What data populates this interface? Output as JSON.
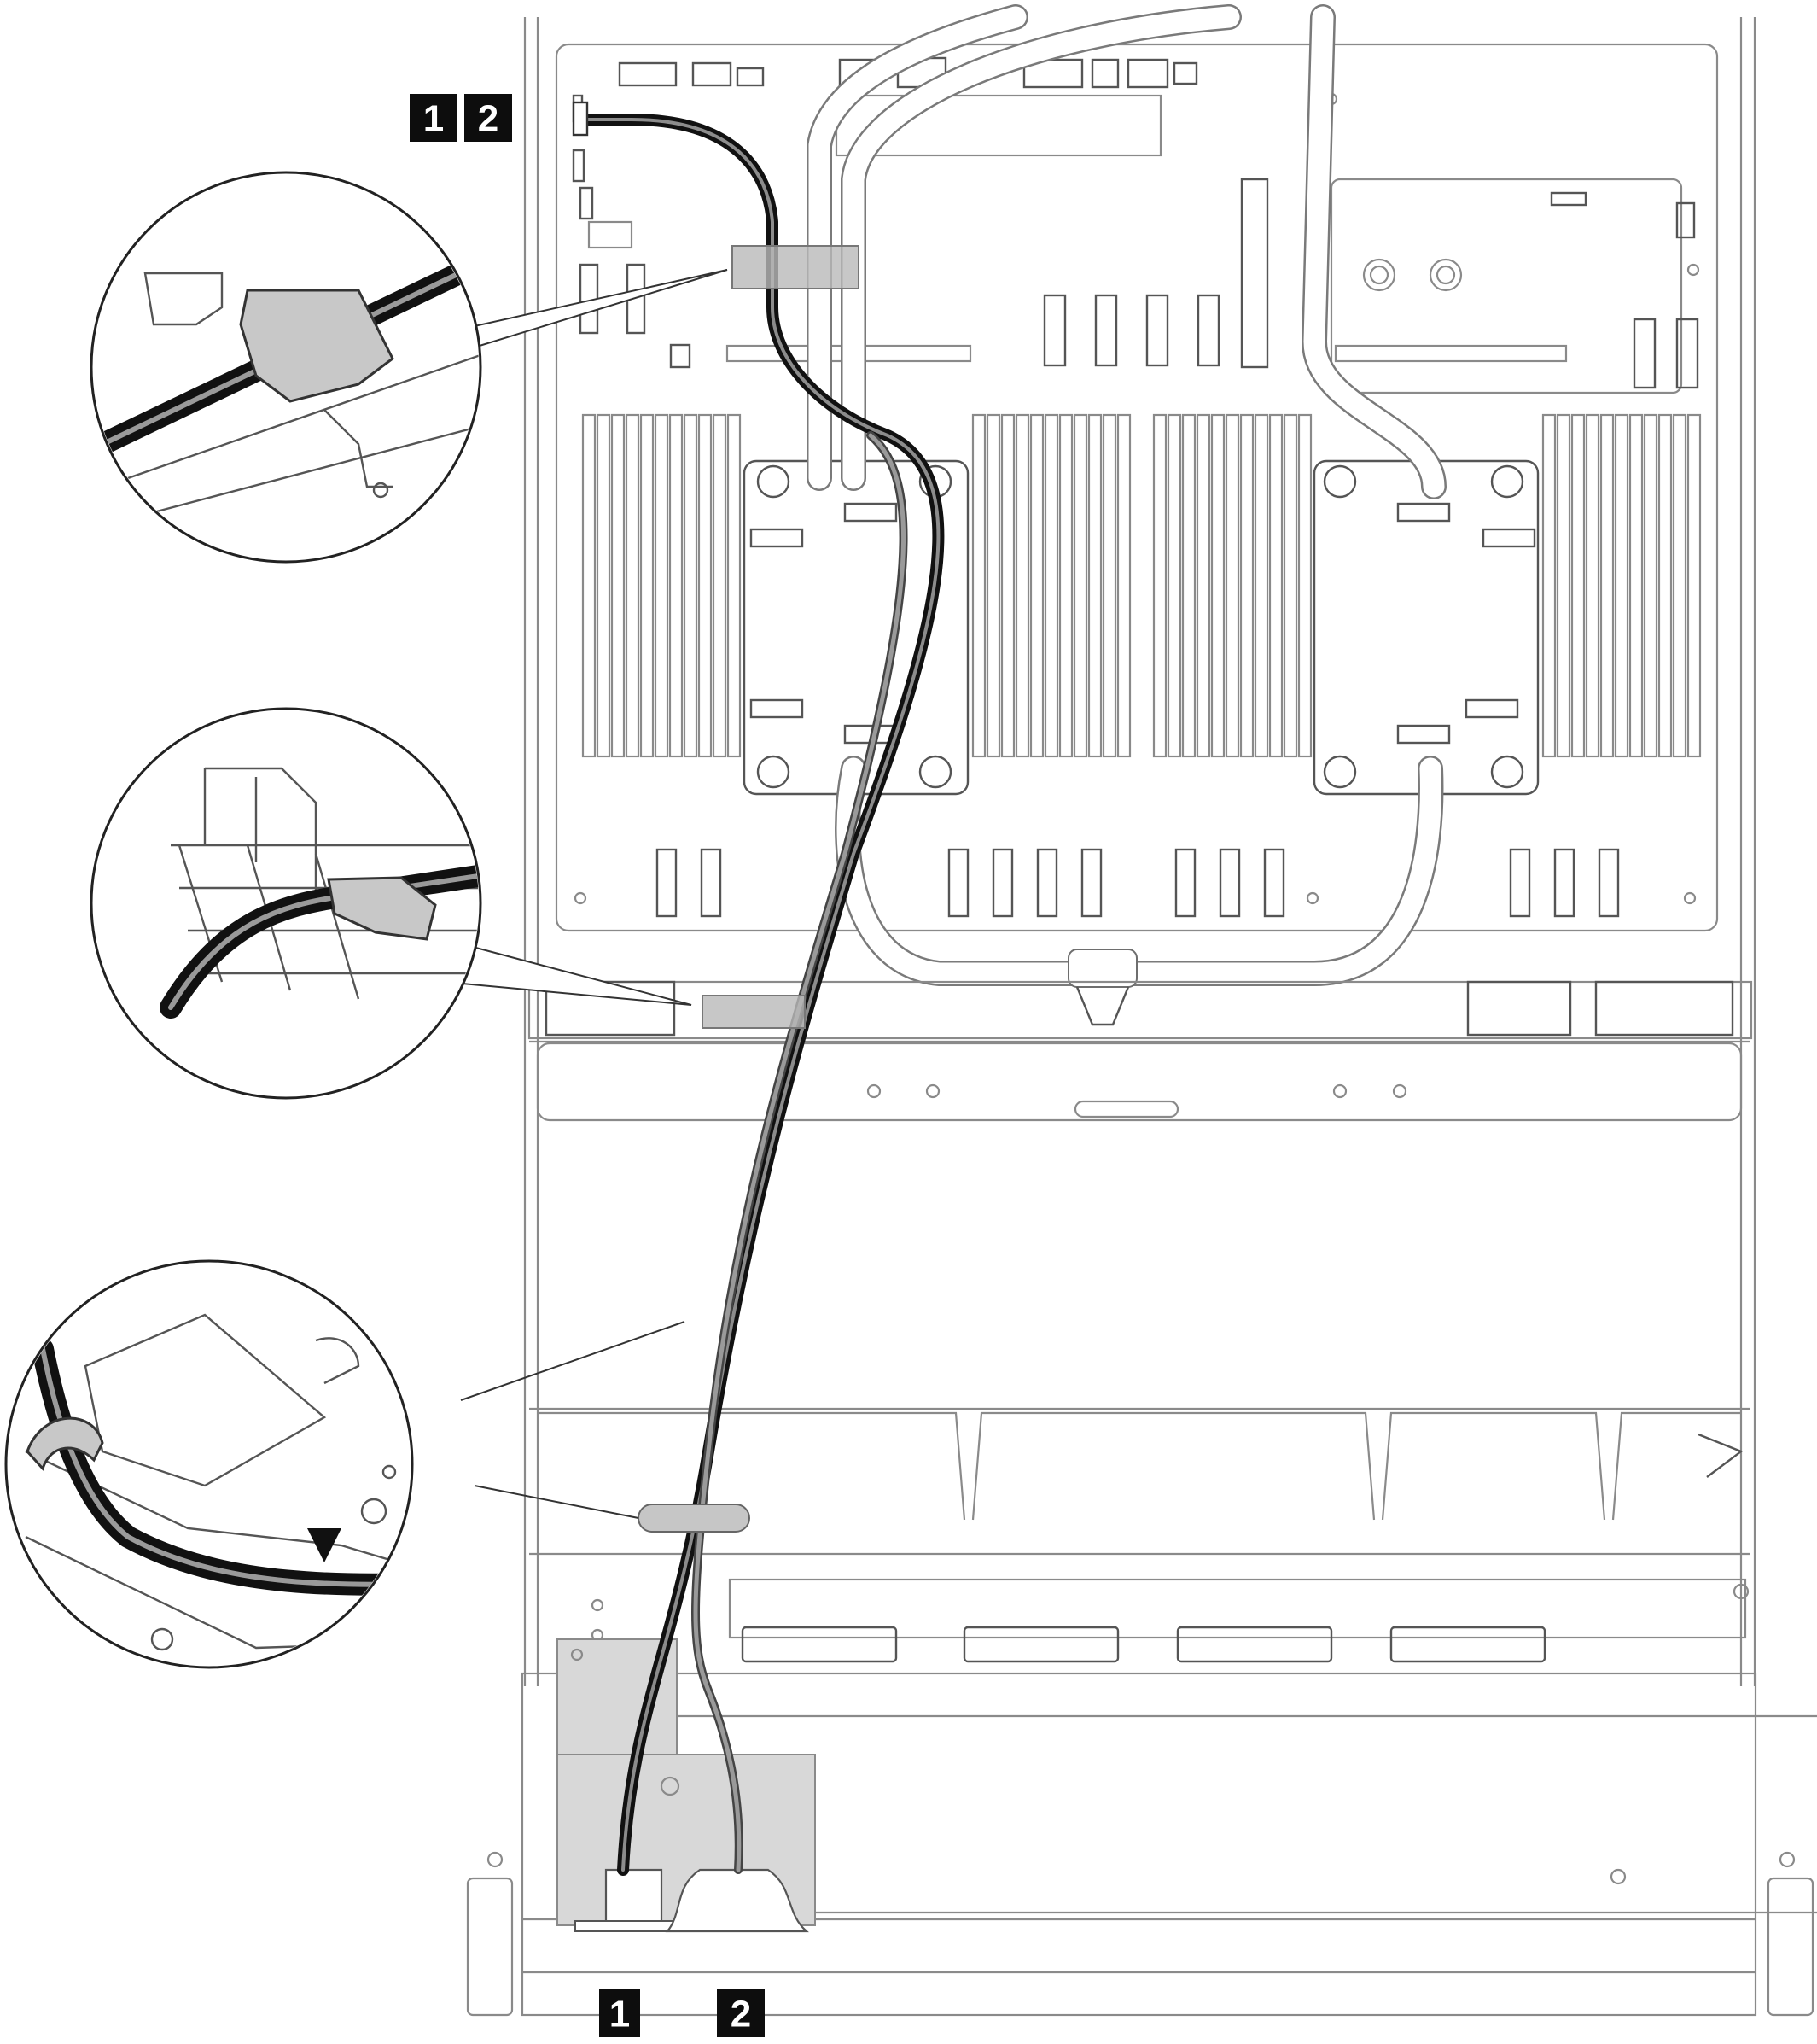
{
  "diagram": {
    "callouts": {
      "top_left": [
        "1",
        "2"
      ],
      "bottom_1": "1",
      "bottom_2": "2"
    },
    "colors": {
      "cable_black": "#111111",
      "cable_gray": "#8c8c8c",
      "outline": "#7a7a7a",
      "highlight_fill": "#d6d6d6",
      "badge_fill": "#0d0d0d",
      "badge_text": "#ffffff"
    },
    "icons": [
      "cable-clip-detail",
      "cable-guide-detail",
      "cable-tie-detail",
      "down-arrow-icon"
    ]
  }
}
